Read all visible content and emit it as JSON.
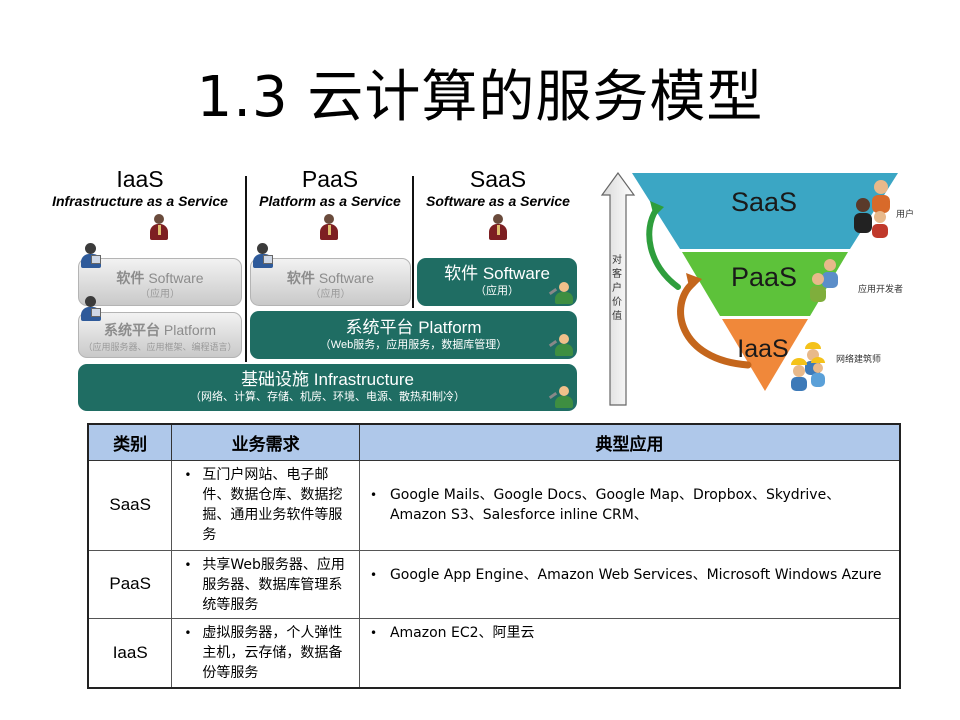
{
  "title": "1.3 云计算的服务模型",
  "columns": [
    {
      "abbr": "IaaS",
      "full": "Infrastructure as a Service"
    },
    {
      "abbr": "PaaS",
      "full": "Platform as a Service"
    },
    {
      "abbr": "SaaS",
      "full": "Software as a Service"
    }
  ],
  "layers": {
    "iaas_software_cn": "软件",
    "iaas_software_en": "Software",
    "iaas_software_sub": "（应用）",
    "iaas_platform_cn": "系统平台",
    "iaas_platform_en": "Platform",
    "iaas_platform_sub": "（应用服务器、应用框架、编程语言）",
    "paas_software_cn": "软件",
    "paas_software_en": "Software",
    "paas_software_sub": "（应用）",
    "paas_platform_main": "系统平台 Platform",
    "paas_platform_sub": "（Web服务，应用服务，数据库管理）",
    "saas_software_main": "软件 Software",
    "saas_software_sub": "（应用）",
    "infra_main": "基础设施 Infrastructure",
    "infra_sub": "（网络、计算、存储、机房、环境、电源、散热和制冷）"
  },
  "pyramid": {
    "saas": "SaaS",
    "paas": "PaaS",
    "iaas": "IaaS",
    "value_axis": "对客户价值",
    "label_user": "用户",
    "label_dev": "应用开发者",
    "label_net": "网络建筑师",
    "colors": {
      "saas": "#3ba6c4",
      "paas": "#5dc23a",
      "iaas": "#f0883a"
    }
  },
  "table": {
    "headers": [
      "类别",
      "业务需求",
      "典型应用"
    ],
    "rows": [
      {
        "cat": "SaaS",
        "need": "互门户网站、电子邮件、数据仓库、数据挖掘、通用业务软件等服务",
        "apps": "Google Mails、Google Docs、Google Map、Dropbox、Skydrive、Amazon S3、Salesforce inline CRM、"
      },
      {
        "cat": "PaaS",
        "need": "共享Web服务器、应用服务器、数据库管理系统等服务",
        "apps": "Google App Engine、Amazon Web Services、Microsoft Windows Azure"
      },
      {
        "cat": "IaaS",
        "need": "虚拟服务器，个人弹性主机，云存储，数据备份等服务",
        "apps": "Amazon EC2、阿里云"
      }
    ]
  }
}
